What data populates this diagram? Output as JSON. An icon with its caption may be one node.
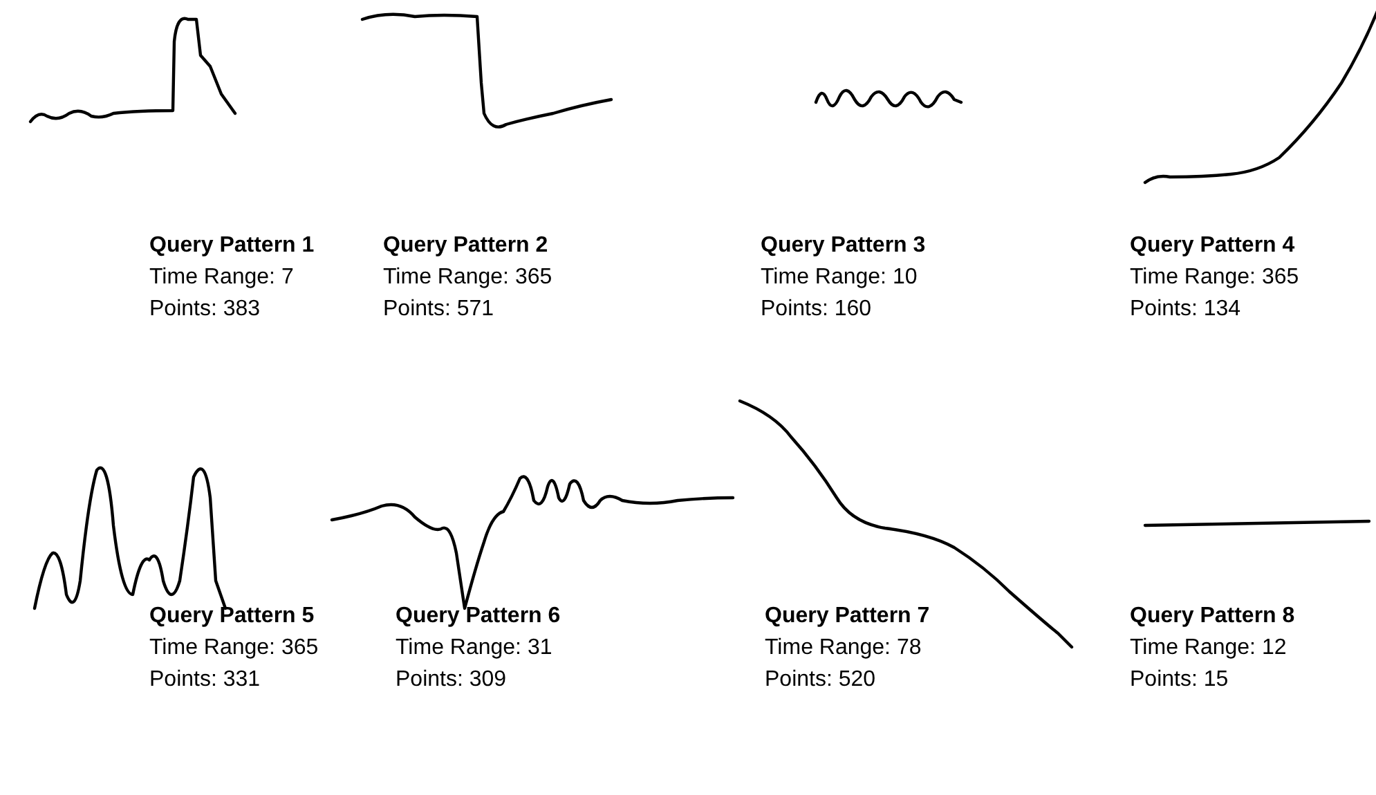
{
  "diagram": {
    "labels": [
      "Query Pattern 1",
      "Time Range: 7",
      "Points: 383",
      "Query Pattern 2",
      "Time Range: 365",
      "Points: 571",
      "Query Pattern 3",
      "Time Range: 10",
      "Points: 160",
      "Query Pattern 4",
      "Time Range: 365",
      "Points: 134",
      "Query Pattern 5",
      "Time Range: 365",
      "Points: 331",
      "Query Pattern 6",
      "Time Range: 31",
      "Points: 309",
      "Query Pattern 7",
      "Time Range: 78",
      "Points: 520",
      "Query Pattern 8",
      "Time Range: 12",
      "Points: 15"
    ]
  }
}
